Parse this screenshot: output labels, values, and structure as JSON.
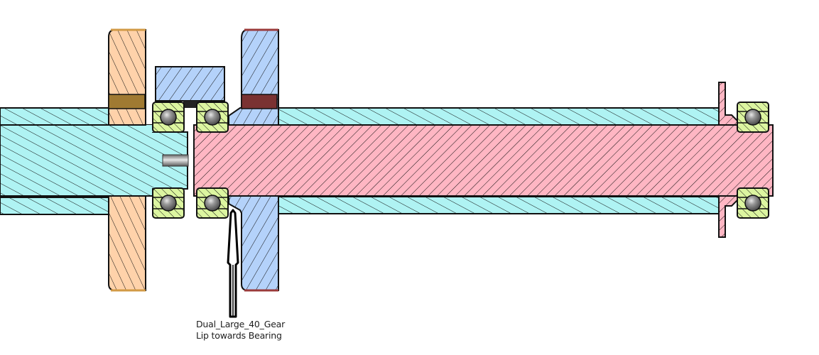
{
  "diagram": {
    "type": "mechanical-cross-section",
    "colors": {
      "background": "#ffffff",
      "outer_shaft": "#aff3f3",
      "inner_shaft": "#ffb6c3",
      "left_gear": "#ffd2aa",
      "right_gear": "#b4d2fa",
      "spacer_block": "#b4d2fa",
      "bearing": "#dcf5a0",
      "ball": "#6e6e6e",
      "key_left": "#a07a32",
      "key_right": "#7a3232",
      "pin": "#8c8c8c",
      "outline": "#111111"
    },
    "components": [
      {
        "name": "outer-hollow-shaft",
        "label": ""
      },
      {
        "name": "inner-shaft",
        "label": ""
      },
      {
        "name": "left-gear",
        "label": ""
      },
      {
        "name": "spacer-block",
        "label": ""
      },
      {
        "name": "right-gear",
        "label": "Dual_Large_40_Gear"
      },
      {
        "name": "bearing-pair-left",
        "label": ""
      },
      {
        "name": "bearing-pair-right",
        "label": ""
      },
      {
        "name": "end-flange",
        "label": ""
      },
      {
        "name": "center-pin",
        "label": ""
      }
    ],
    "callout": {
      "line1": "Dual_Large_40_Gear",
      "line2": "Lip towards Bearing",
      "arrow_direction": "up"
    }
  }
}
